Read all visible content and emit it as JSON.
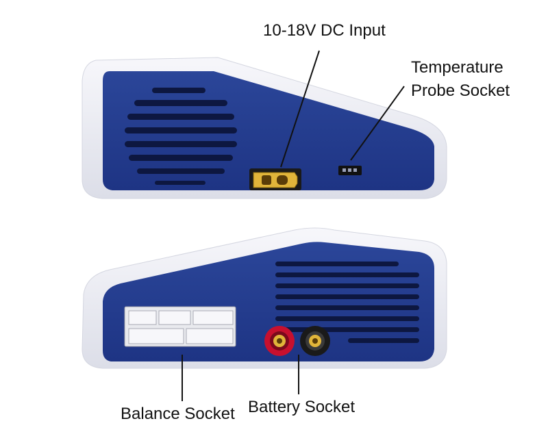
{
  "labels": {
    "dc_input": "10-18V DC Input",
    "temperature_line1": "Temperature",
    "temperature_line2": "Probe Socket",
    "balance_socket": "Balance Socket",
    "battery_socket": "Battery Socket"
  },
  "colors": {
    "panel_blue": "#233b8e",
    "shell_white": "#ecedf3",
    "connector_yellow": "#e1b53a",
    "red_terminal": "#c8102e",
    "black_terminal": "#1a1a1a"
  }
}
